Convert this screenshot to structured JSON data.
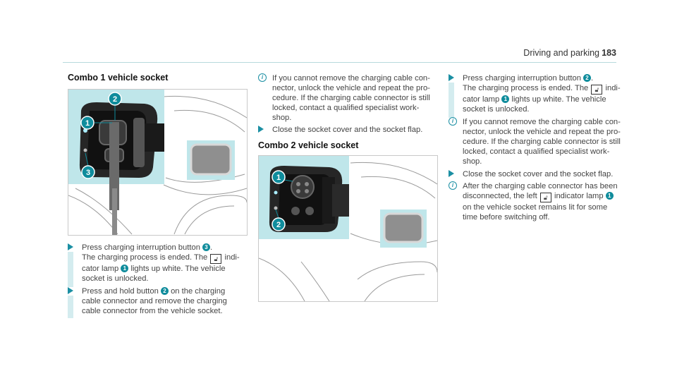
{
  "header": {
    "section": "Driving and parking",
    "page": "183"
  },
  "col1": {
    "title": "Combo 1 vehicle socket",
    "callouts": [
      "1",
      "2",
      "3"
    ],
    "step1": {
      "a": "Press charging interruption button",
      "n1": "3",
      "b": ".",
      "c": "The charging process is ended. The",
      "d": "indi-",
      "e": "cator lamp",
      "n2": "1",
      "f": "lights up white. The vehicle",
      "g": "socket is unlocked."
    },
    "step2": {
      "a": "Press and hold button",
      "n1": "2",
      "b": "on the charging",
      "c": "cable connector and remove the charging",
      "d": "cable connector from the vehicle socket."
    }
  },
  "col2": {
    "note1": [
      "If you cannot remove the charging cable con-",
      "nector, unlock the vehicle and repeat the pro-",
      "cedure. If the charging cable connector is still",
      "locked, contact a qualified specialist work-",
      "shop."
    ],
    "step1": "Close the socket cover and the socket flap.",
    "title2": "Combo 2 vehicle socket",
    "callouts": [
      "1",
      "2"
    ]
  },
  "col3": {
    "step1": {
      "a": "Press charging interruption button",
      "n1": "2",
      "b": ".",
      "c": "The charging process is ended. The",
      "d": "indi-",
      "e": "cator lamp",
      "n2": "1",
      "f": "lights up white. The vehicle",
      "g": "socket is unlocked."
    },
    "note1": [
      "If you cannot remove the charging cable con-",
      "nector, unlock the vehicle and repeat the pro-",
      "cedure. If the charging cable connector is still",
      "locked, contact a qualified specialist work-",
      "shop."
    ],
    "step2": "Close the socket cover and the socket flap.",
    "note2": {
      "a": "After the charging cable connector has been",
      "b": "disconnected, the left",
      "c": "indicator lamp",
      "n1": "1",
      "d": "on the vehicle socket remains lit for some",
      "e": "time before switching off."
    }
  },
  "icons": {
    "lock": "unlock-icon",
    "info": "info-icon",
    "step": "step-arrow-icon"
  },
  "colors": {
    "accent": "#0f8c9c",
    "highlight": "#bfe6ea",
    "bar": "#d4ecef"
  }
}
